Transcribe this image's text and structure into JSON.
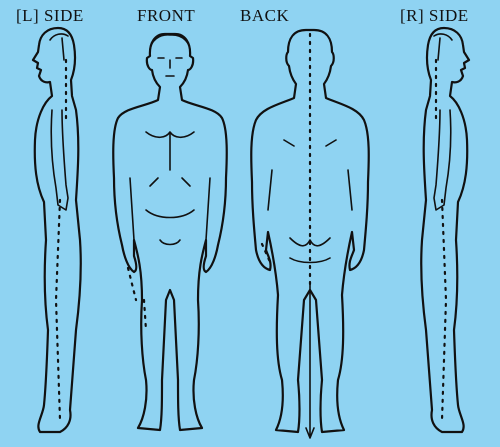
{
  "labels": {
    "left_side": "[L] SIDE",
    "front": "FRONT",
    "back": "BACK",
    "right_side": "[R] SIDE"
  },
  "colors": {
    "background": "#8fd3f2",
    "ink": "#111111"
  }
}
